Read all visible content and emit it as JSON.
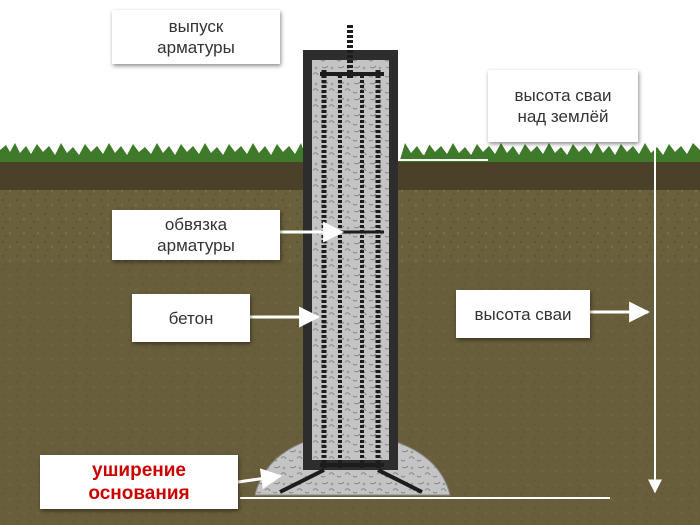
{
  "labels": {
    "rebar_outlet": "выпуск\nарматуры",
    "pile_height_above_ground": "высота сваи\nнад землёй",
    "rebar_tie": "обвязка\nарматуры",
    "concrete": "бетон",
    "pile_height": "высота сваи",
    "base_widening": "уширение\nоснования"
  },
  "colors": {
    "sky": "#ffffff",
    "grass": "#3f7a2a",
    "topsoil": "#4a4128",
    "soil": "#6b603c",
    "concrete": "#b9b9b9",
    "rebar": "#1c1c1c",
    "accent_red": "#cc0000"
  }
}
